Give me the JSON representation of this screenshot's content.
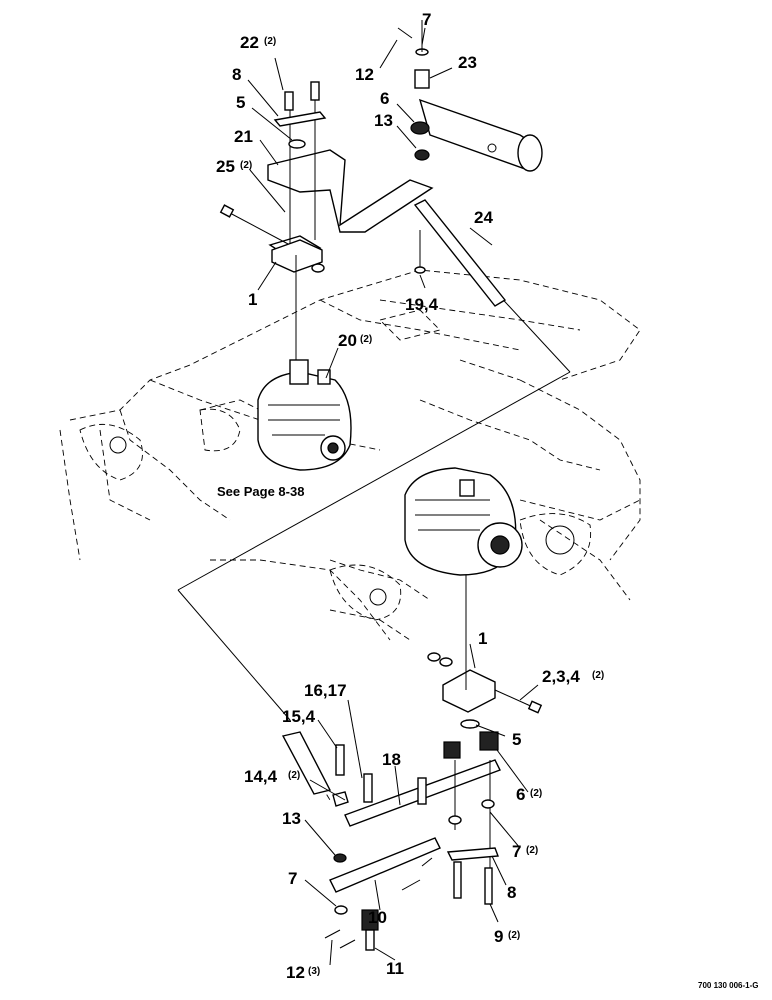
{
  "diagram": {
    "callouts_upper": [
      {
        "id": "c7a",
        "num": "7",
        "qty": ""
      },
      {
        "id": "c22",
        "num": "22",
        "qty": "(2)"
      },
      {
        "id": "c12a",
        "num": "12",
        "qty": ""
      },
      {
        "id": "c23",
        "num": "23",
        "qty": ""
      },
      {
        "id": "c8a",
        "num": "8",
        "qty": ""
      },
      {
        "id": "c6a",
        "num": "6",
        "qty": ""
      },
      {
        "id": "c5a",
        "num": "5",
        "qty": ""
      },
      {
        "id": "c13a",
        "num": "13",
        "qty": ""
      },
      {
        "id": "c21",
        "num": "21",
        "qty": ""
      },
      {
        "id": "c25",
        "num": "25",
        "qty": "(2)"
      },
      {
        "id": "c24",
        "num": "24",
        "qty": ""
      },
      {
        "id": "c1a",
        "num": "1",
        "qty": ""
      },
      {
        "id": "c194",
        "num": "19,4",
        "qty": ""
      },
      {
        "id": "c20",
        "num": "20",
        "qty": "(2)"
      }
    ],
    "callouts_lower": [
      {
        "id": "c1b",
        "num": "1",
        "qty": ""
      },
      {
        "id": "c234",
        "num": "2,3,4",
        "qty": "(2)"
      },
      {
        "id": "c1617",
        "num": "16,17",
        "qty": ""
      },
      {
        "id": "c154",
        "num": "15,4",
        "qty": ""
      },
      {
        "id": "c5b",
        "num": "5",
        "qty": ""
      },
      {
        "id": "c18",
        "num": "18",
        "qty": ""
      },
      {
        "id": "c144",
        "num": "14,4",
        "qty": "(2)"
      },
      {
        "id": "c6b",
        "num": "6",
        "qty": "(2)"
      },
      {
        "id": "c13b",
        "num": "13",
        "qty": ""
      },
      {
        "id": "c7b",
        "num": "7",
        "qty": "(2)"
      },
      {
        "id": "c7c",
        "num": "7",
        "qty": ""
      },
      {
        "id": "c8b",
        "num": "8",
        "qty": ""
      },
      {
        "id": "c10",
        "num": "10",
        "qty": ""
      },
      {
        "id": "c9",
        "num": "9",
        "qty": "(2)"
      },
      {
        "id": "c12b",
        "num": "12",
        "qty": "(3)"
      },
      {
        "id": "c11",
        "num": "11",
        "qty": ""
      }
    ],
    "see_page": "See Page 8-38",
    "drawing_code": "700 130 006-1-G"
  }
}
